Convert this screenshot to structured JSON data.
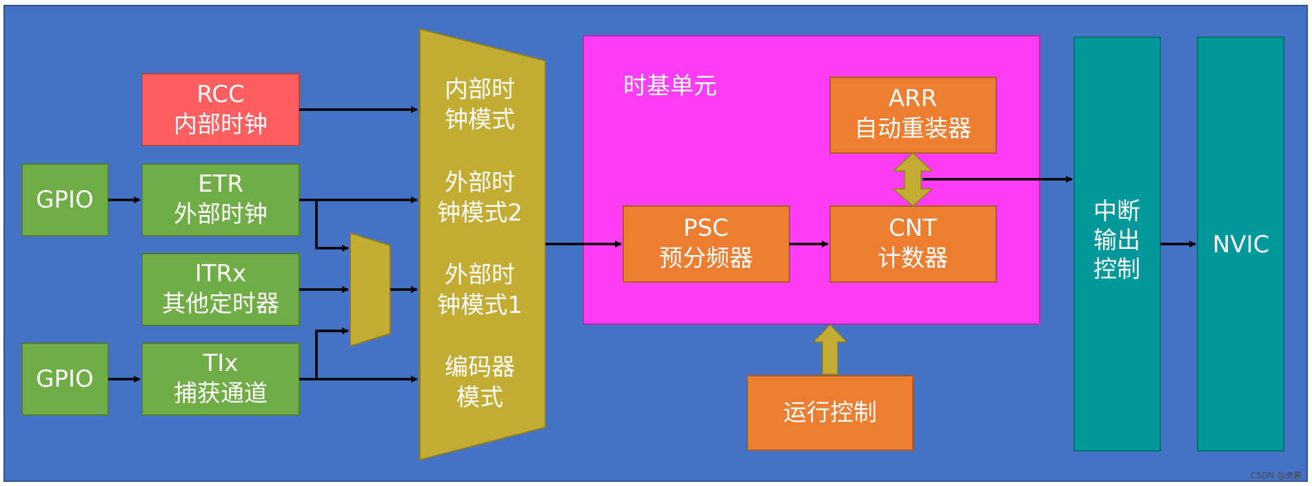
{
  "colors": {
    "background": "#4472c4",
    "green": "#70ad47",
    "red": "#ff5f5f",
    "orange": "#ed7d31",
    "olive": "#c3ac33",
    "magenta": "#ff3df5",
    "teal": "#00989a",
    "arrow": "#000000"
  },
  "blocks": {
    "rcc": {
      "line1": "RCC",
      "line2": "内部时钟"
    },
    "gpio1": {
      "label": "GPIO"
    },
    "etr": {
      "line1": "ETR",
      "line2": "外部时钟"
    },
    "itrx": {
      "line1": "ITRx",
      "line2": "其他定时器"
    },
    "gpio2": {
      "label": "GPIO"
    },
    "tix": {
      "line1": "TIx",
      "line2": "捕获通道"
    }
  },
  "mode_selector": {
    "internal": {
      "line1": "内部时",
      "line2": "钟模式"
    },
    "external2": {
      "line1": "外部时",
      "line2": "钟模式2"
    },
    "external1": {
      "line1": "外部时",
      "line2": "钟模式1"
    },
    "encoder": {
      "line1": "编码器",
      "line2": "模式"
    }
  },
  "time_base": {
    "title": "时基单元",
    "arr": {
      "line1": "ARR",
      "line2": "自动重装器"
    },
    "psc": {
      "line1": "PSC",
      "line2": "预分频器"
    },
    "cnt": {
      "line1": "CNT",
      "line2": "计数器"
    }
  },
  "run_control": {
    "label": "运行控制"
  },
  "interrupt": {
    "line1": "中断",
    "line2": "输出",
    "line3": "控制"
  },
  "nvic": {
    "label": "NVIC"
  },
  "watermark": "CSDN @虎慕"
}
